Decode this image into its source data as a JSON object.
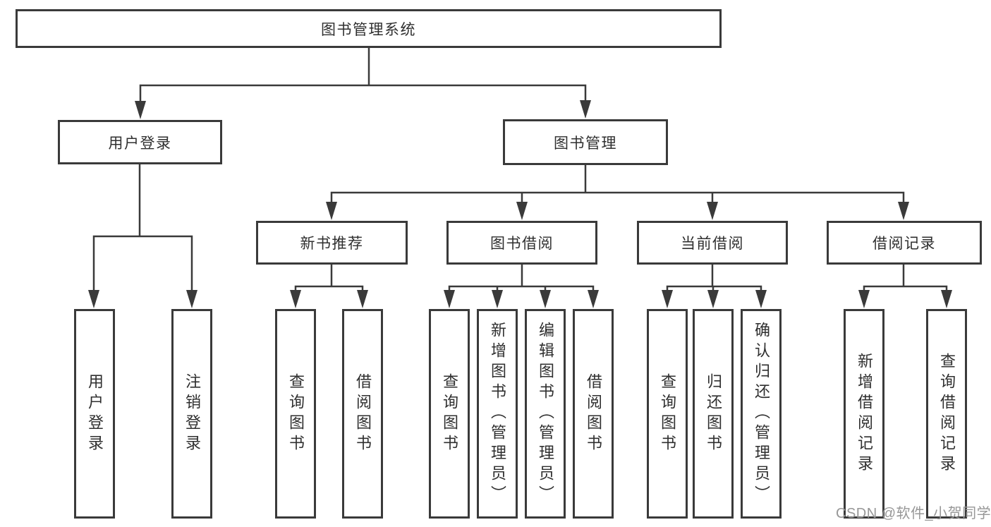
{
  "tree": {
    "label": "图书管理系统",
    "children": [
      {
        "label": "用户登录",
        "children": [
          {
            "label": "用户登录"
          },
          {
            "label": "注销登录"
          }
        ]
      },
      {
        "label": "图书管理",
        "children": [
          {
            "label": "新书推荐",
            "children": [
              {
                "label": "查询图书"
              },
              {
                "label": "借阅图书"
              }
            ]
          },
          {
            "label": "图书借阅",
            "children": [
              {
                "label": "查询图书"
              },
              {
                "label": "新增图书（管理员）"
              },
              {
                "label": "编辑图书（管理员）"
              },
              {
                "label": "借阅图书"
              }
            ]
          },
          {
            "label": "当前借阅",
            "children": [
              {
                "label": "查询图书"
              },
              {
                "label": "归还图书"
              },
              {
                "label": "确认归还（管理员）"
              }
            ]
          },
          {
            "label": "借阅记录",
            "children": [
              {
                "label": "新增借阅记录"
              },
              {
                "label": "查询借阅记录"
              }
            ]
          }
        ]
      }
    ]
  },
  "watermark": {
    "text": "CSDN @软件_小贺同学"
  },
  "colors": {
    "line": "#3a3a3a",
    "box_border": "#3a3a3a",
    "text": "#2f2f2f",
    "watermark": "#979797",
    "background": "#ffffff"
  }
}
